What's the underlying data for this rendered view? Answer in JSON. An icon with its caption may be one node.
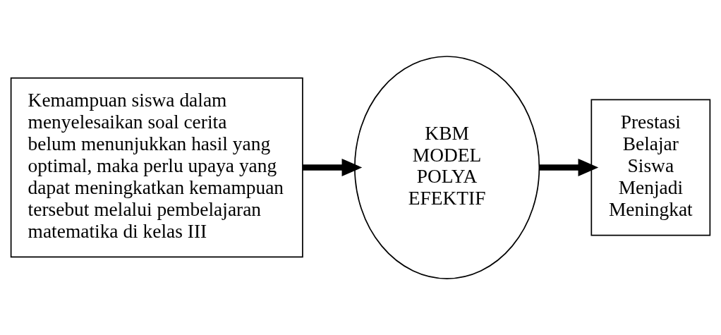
{
  "diagram": {
    "nodes": [
      {
        "text": [
          "Kemampuan siswa dalam menyelesaikan soal cerita belum menunjukkan hasil yang optimal, maka perlu upaya yang dapat meningkatkan kemampuan tersebut melalui pembelajaran matematika di kelas III"
        ]
      },
      {
        "text": [
          "KBM MODEL POLYA EFEKTIF"
        ]
      },
      {
        "text": [
          "Prestasi Belajar Siswa Menjadi Meningkat"
        ]
      }
    ],
    "edges": [
      {
        "from": 0,
        "to": 1,
        "arrow": "to"
      },
      {
        "from": 1,
        "to": 2,
        "arrow": "to"
      }
    ]
  }
}
